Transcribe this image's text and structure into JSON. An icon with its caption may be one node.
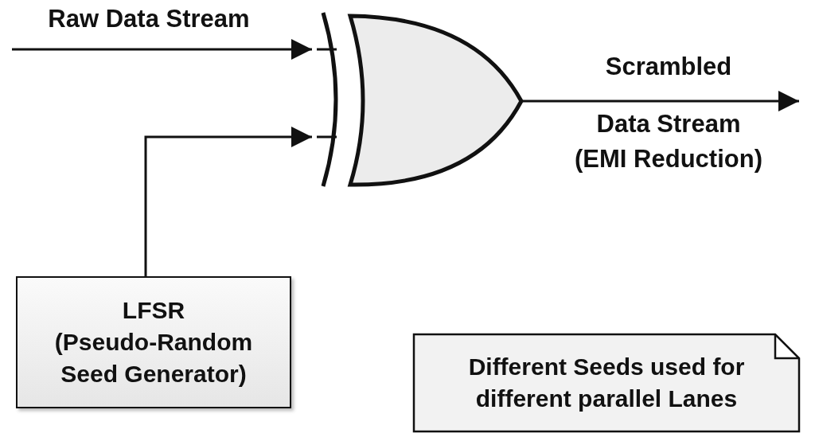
{
  "diagram": {
    "nodes": [
      {
        "text": [],
        "shape": "gate"
      },
      {
        "text": [
          "LFSR",
          "(Pseudo-Random Seed Generator)"
        ]
      },
      {
        "text": [
          "Different Seeds used for different parallel Lanes"
        ]
      }
    ],
    "edges": [
      {
        "from": null,
        "to": 0,
        "arrow": "to",
        "label": "Raw Data Stream"
      },
      {
        "from": 1,
        "to": 0,
        "arrow": "to"
      },
      {
        "from": 0,
        "to": null,
        "arrow": "to",
        "label": "Scrambled"
      }
    ],
    "labels": [
      "Data Stream",
      "(EMI Reduction)"
    ]
  }
}
